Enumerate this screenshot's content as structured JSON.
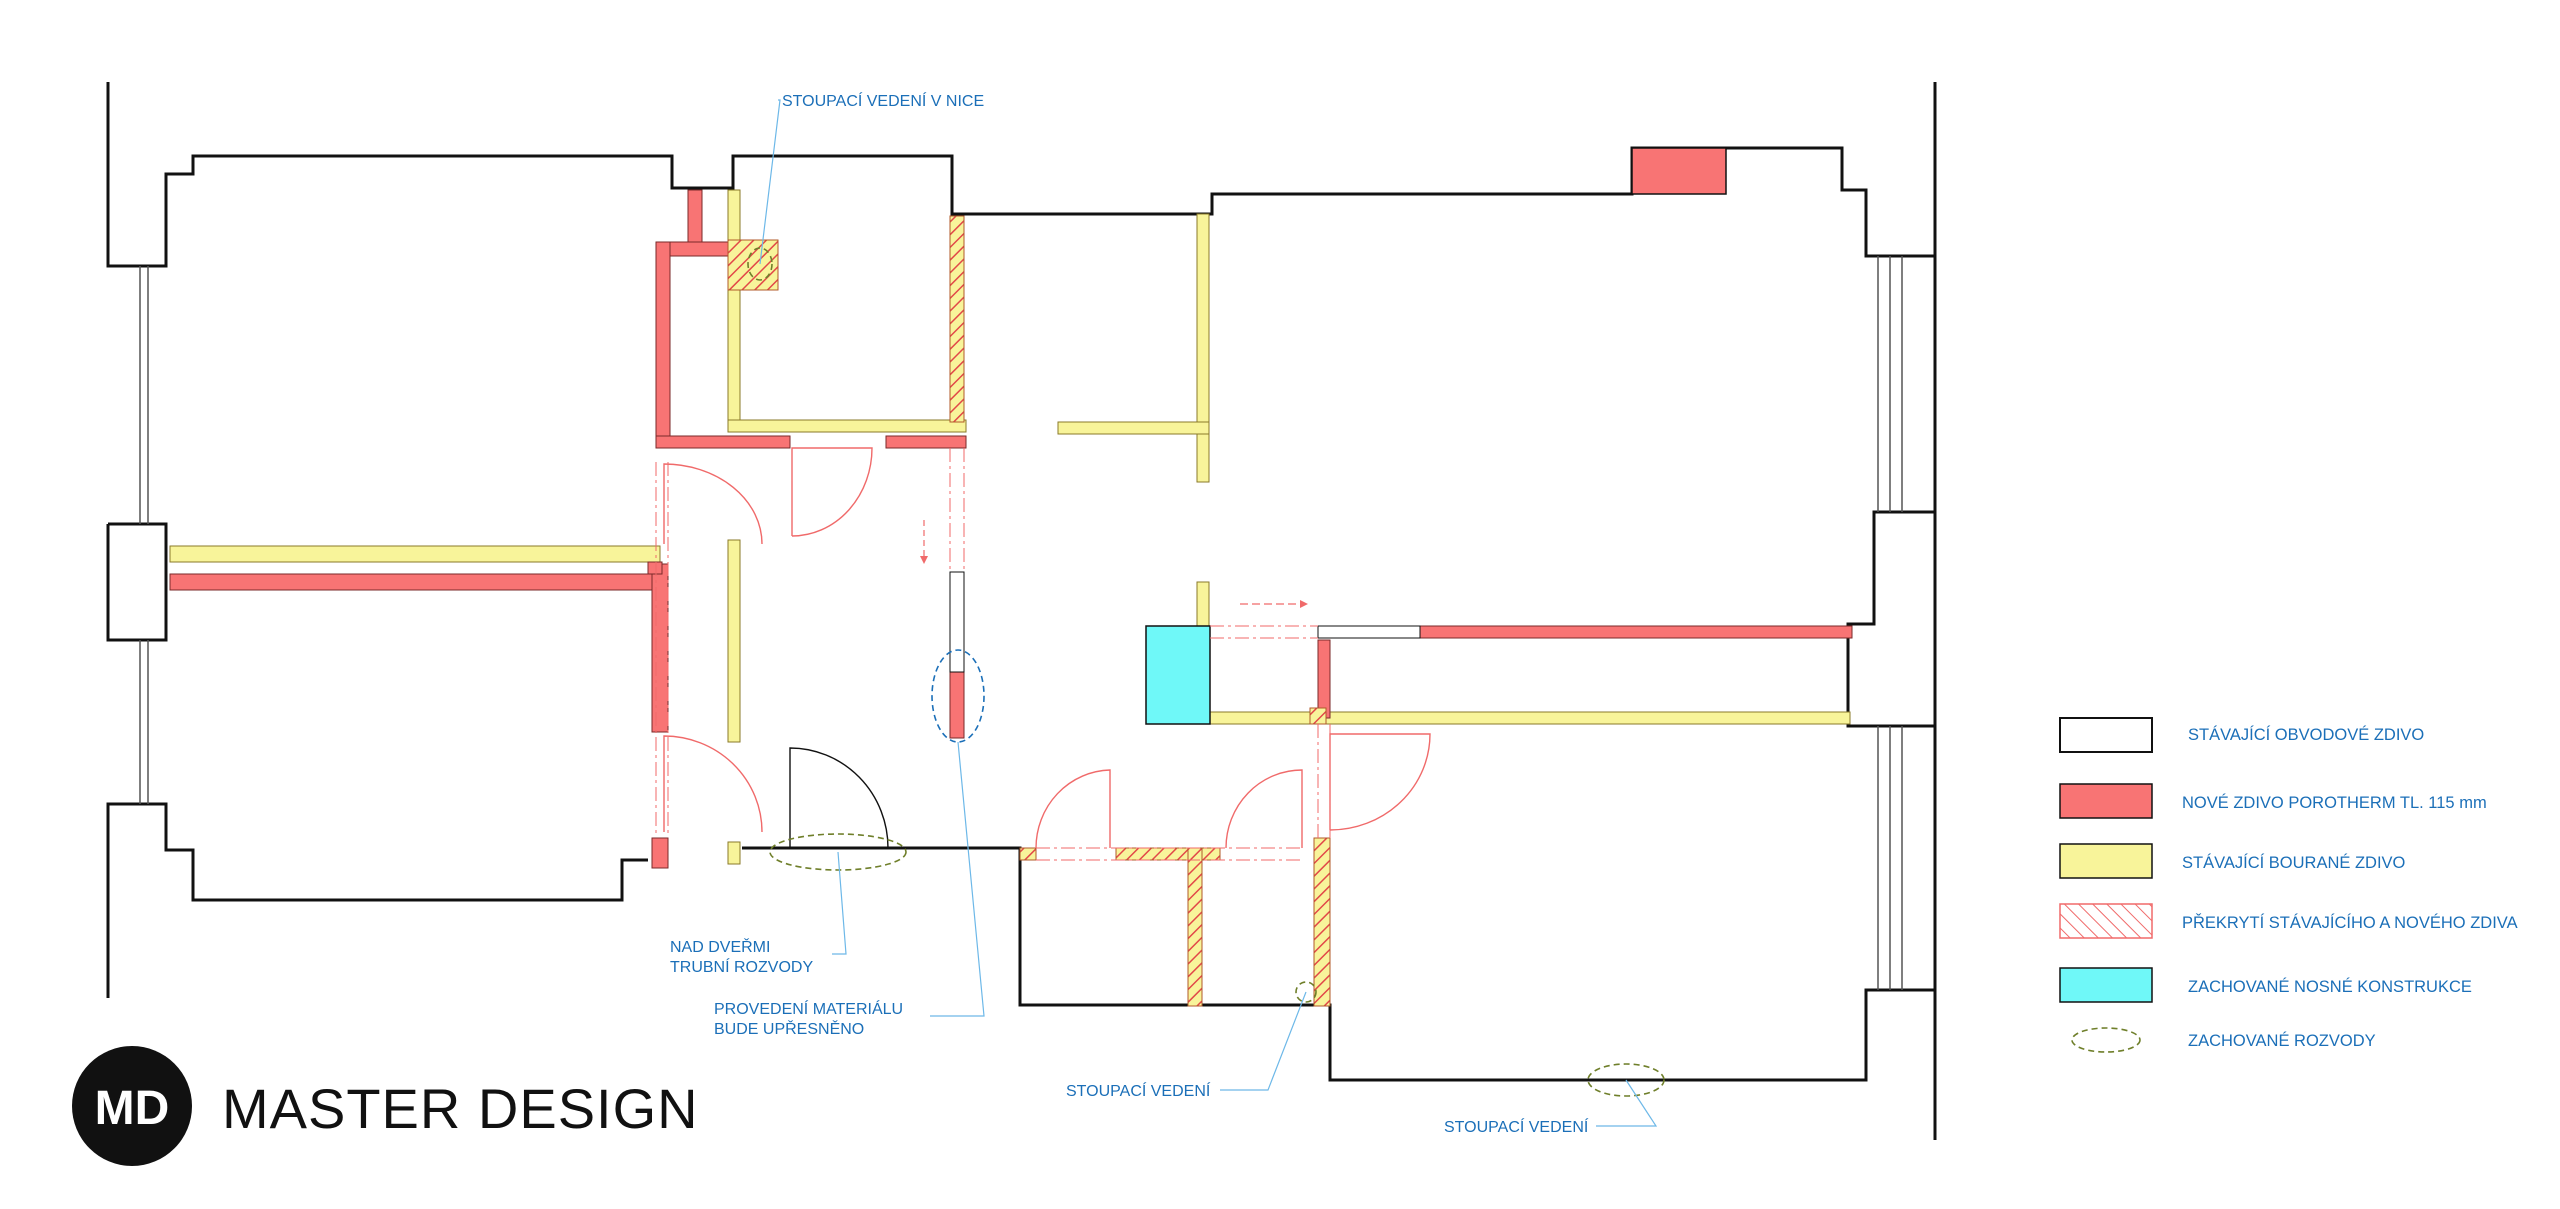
{
  "colors": {
    "new_wall": "#f87474",
    "demolished_wall": "#f8f49a",
    "kept_structure": "#6ff8f8",
    "existing_wall": "#ffffff",
    "annotation": "#1b6fb8",
    "pipe": "#6f7f2a"
  },
  "annotations": {
    "riser_niche": "STOUPACÍ VEDENÍ V NICE",
    "above_door_line1": "NAD DVEŘMI",
    "above_door_line2": "TRUBNÍ ROZVODY",
    "material_line1": "PROVEDENÍ MATERIÁLU",
    "material_line2": "BUDE UPŘESNĚNO",
    "riser_1": "STOUPACÍ VEDENÍ",
    "riser_2": "STOUPACÍ VEDENÍ"
  },
  "legend": [
    {
      "label": "STÁVAJÍCÍ OBVODOVÉ ZDIVO",
      "swatch": "existing"
    },
    {
      "label": "NOVÉ ZDIVO POROTHERM TL. 115 mm",
      "swatch": "new"
    },
    {
      "label": "STÁVAJÍCÍ BOURANÉ ZDIVO",
      "swatch": "demolished"
    },
    {
      "label": "PŘEKRYTÍ STÁVAJÍCÍHO A NOVÉHO ZDIVA",
      "swatch": "overlap"
    },
    {
      "label": "ZACHOVANÉ NOSNÉ KONSTRUKCE",
      "swatch": "kept"
    },
    {
      "label": "ZACHOVANÉ ROZVODY",
      "swatch": "pipes"
    }
  ],
  "brand": {
    "logo": "MD",
    "name": "MASTER DESIGN"
  }
}
